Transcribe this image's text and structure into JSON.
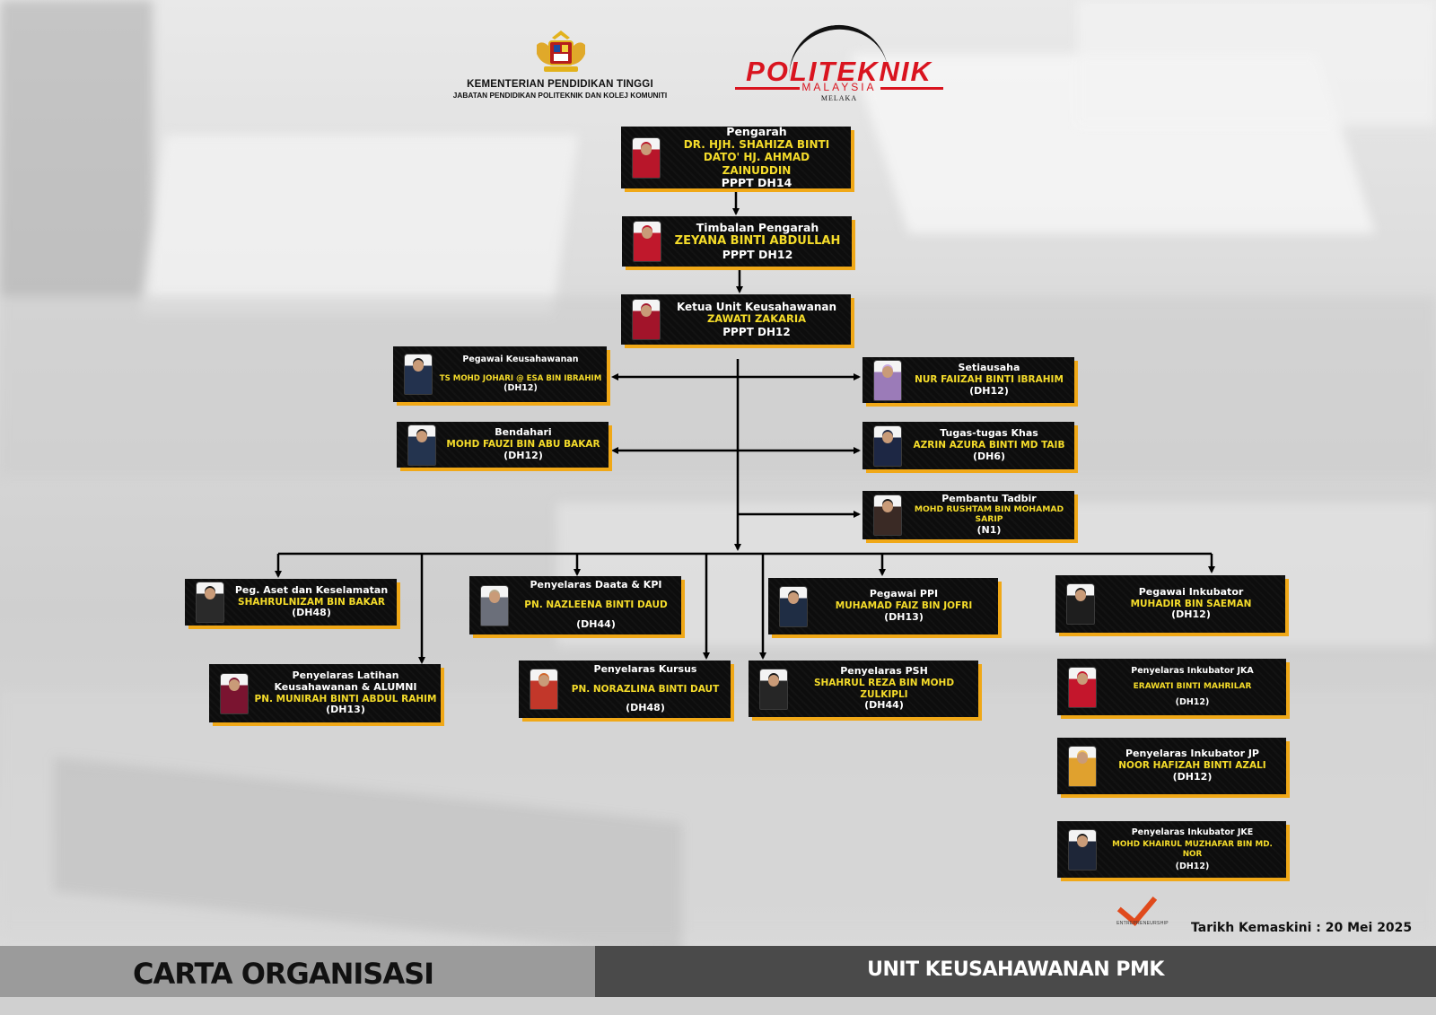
{
  "header": {
    "ministry": "KEMENTERIAN PENDIDIKAN TINGGI",
    "department": "JABATAN PENDIDIKAN POLITEKNIK DAN KOLEJ KOMUNITI",
    "logo_word": "POLITEKNIK",
    "logo_sub": "MALAYSIA",
    "logo_location": "MELAKA"
  },
  "colors": {
    "card_bg": "#0d0d0d",
    "name": "#f5dc2a",
    "accent": "#f0a817",
    "logo_red": "#d9141f"
  },
  "nodes": {
    "pengarah": {
      "title": "Pengarah",
      "name": "DR. HJH. SHAHIZA BINTI DATO' HJ. AHMAD ZAINUDDIN",
      "grade": "PPPT DH14"
    },
    "timbalan": {
      "title": "Timbalan Pengarah",
      "name": "ZEYANA BINTI ABDULLAH",
      "grade": "PPPT DH12"
    },
    "ketua": {
      "title": "Ketua Unit Keusahawanan",
      "name": "ZAWATI ZAKARIA",
      "grade": "PPPT DH12"
    },
    "pegawai_usahawan": {
      "title": "Pegawai Keusahawanan",
      "name": "TS MOHD JOHARI @ ESA BIN IBRAHIM",
      "grade": "(DH12)"
    },
    "bendahari": {
      "title": "Bendahari",
      "name": "MOHD FAUZI BIN ABU BAKAR",
      "grade": "(DH12)"
    },
    "setiausaha": {
      "title": "Setiausaha",
      "name": "NUR FAIIZAH BINTI IBRAHIM",
      "grade": "(DH12)"
    },
    "tugas": {
      "title": "Tugas-tugas Khas",
      "name": "AZRIN AZURA BINTI MD TAIB",
      "grade": "(DH6)"
    },
    "pembantu": {
      "title": "Pembantu Tadbir",
      "name": "MOHD RUSHTAM BIN MOHAMAD SARIP",
      "grade": "(N1)"
    },
    "aset": {
      "title": "Peg. Aset dan Keselamatan",
      "name": "SHAHRULNIZAM BIN BAKAR",
      "grade": "(DH48)"
    },
    "latihan": {
      "title": "Penyelaras Latihan Keusahawanan & ALUMNI",
      "name": "PN. MUNIRAH BINTI ABDUL RAHIM",
      "grade": "(DH13)"
    },
    "daata": {
      "title": "Penyelaras Daata & KPI",
      "name": "PN. NAZLEENA BINTI DAUD",
      "grade": "(DH44)"
    },
    "kursus": {
      "title": "Penyelaras Kursus",
      "name": "PN. NORAZLINA BINTI DAUT",
      "grade": "(DH48)"
    },
    "ppi": {
      "title": "Pegawai PPI",
      "name": "MUHAMAD FAIZ BIN JOFRI",
      "grade": "(DH13)"
    },
    "psh": {
      "title": "Penyelaras PSH",
      "name": "SHAHRUL REZA BIN MOHD ZULKIPLI",
      "grade": "(DH44)"
    },
    "inkubator": {
      "title": "Pegawai Inkubator",
      "name": "MUHADIR BIN SAEMAN",
      "grade": "(DH12)"
    },
    "jka": {
      "title": "Penyelaras Inkubator JKA",
      "name": "ERAWATI BINTI MAHRILAR",
      "grade": "(DH12)"
    },
    "jp": {
      "title": "Penyelaras Inkubator JP",
      "name": "NOOR HAFIZAH BINTI AZALI",
      "grade": "(DH12)"
    },
    "jke": {
      "title": "Penyelaras Inkubator JKE",
      "name": "MOHD KHAIRUL MUZHAFAR BIN MD. NOR",
      "grade": "(DH12)"
    }
  },
  "footer": {
    "entre_label": "ENTREPRENEURSHIP",
    "updated": "Tarikh Kemaskini : 20 Mei 2025",
    "left_title": "CARTA ORGANISASI",
    "right_title": "UNIT KEUSAHAWANAN PMK"
  }
}
